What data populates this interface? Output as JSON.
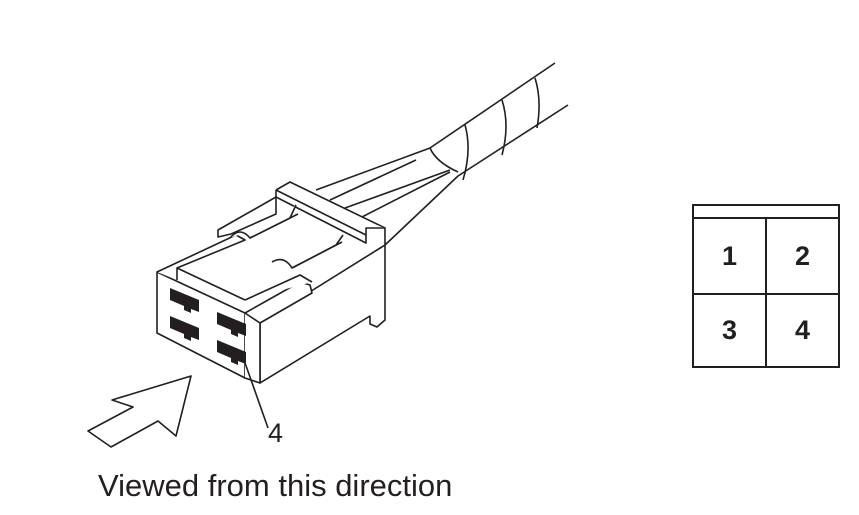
{
  "caption": "Viewed from this direction",
  "callout_label": "4",
  "pinout": {
    "pins": [
      "1",
      "2",
      "3",
      "4"
    ]
  }
}
